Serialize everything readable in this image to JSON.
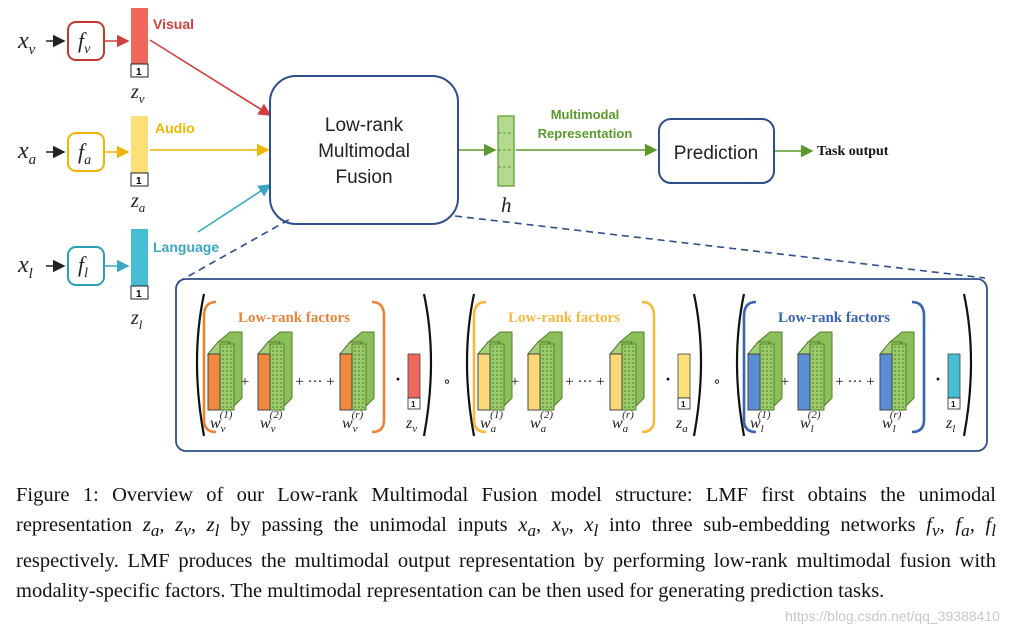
{
  "inputs": [
    {
      "x": "x",
      "xsub": "v",
      "f": "f",
      "fsub": "v",
      "label": "Visual",
      "z": "z",
      "zsub": "v",
      "one": "1",
      "color": "#f0675e",
      "border": "#c0392b"
    },
    {
      "x": "x",
      "xsub": "a",
      "f": "f",
      "fsub": "a",
      "label": "Audio",
      "z": "z",
      "zsub": "a",
      "one": "1",
      "color": "#fbe07a",
      "border": "#f0b400"
    },
    {
      "x": "x",
      "xsub": "l",
      "f": "f",
      "fsub": "l",
      "label": "Language",
      "z": "z",
      "zsub": "l",
      "one": "1",
      "color": "#46bdd2",
      "border": "#2a9fb5"
    }
  ],
  "fusion_box": {
    "line1": "Low-rank",
    "line2": "Multimodal",
    "line3": "Fusion"
  },
  "hidden": {
    "label": "h"
  },
  "representation": {
    "line1": "Multimodal",
    "line2": "Representation",
    "color": "#5a9a2a"
  },
  "prediction": {
    "label": "Prediction"
  },
  "task_output": {
    "label": "Task output"
  },
  "factor_groups": [
    {
      "title": "Low-rank factors",
      "color": "#e8843a",
      "fill": "#f0883e",
      "wsub": "v",
      "zsub": "v",
      "zcolor": "#f0675e"
    },
    {
      "title": "Low-rank factors",
      "color": "#f5b93c",
      "fill": "#fcd877",
      "wsub": "a",
      "zsub": "a",
      "zcolor": "#fbe07a"
    },
    {
      "title": "Low-rank factors",
      "color": "#3a64b0",
      "fill": "#5b8fd6",
      "wsub": "l",
      "zsub": "l",
      "zcolor": "#46bdd2"
    }
  ],
  "factor_labels": {
    "w": "w",
    "sup1": "(1)",
    "sup2": "(2)",
    "supr": "(r)",
    "plus": "+",
    "dots": "+ ··· +",
    "dot": "·",
    "circ": "∘",
    "one": "1"
  },
  "caption": {
    "p1": "Figure 1: Overview of our Low-rank Multimodal Fusion model structure: LMF first obtains the unimodal representation ",
    "m1": "z",
    "p2": " by passing the unimodal inputs ",
    "p3": " into three sub-embedding networks ",
    "p4": " respectively. LMF produces the multimodal output representation by performing low-rank multimodal fusion with modality-specific factors. The multimodal representation can be then used for generating prediction tasks."
  },
  "watermark": "https://blog.csdn.net/qq_39388410"
}
